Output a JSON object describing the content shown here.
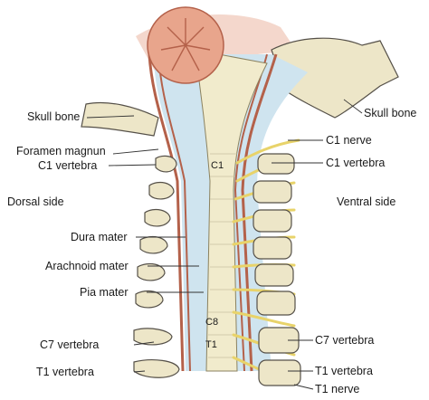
{
  "labels": {
    "skull_bone_left": "Skull bone",
    "skull_bone_right": "Skull bone",
    "foramen_magnum": "Foramen magnun",
    "c1_vertebra_left": "C1 vertebra",
    "c1_nerve": "C1 nerve",
    "c1_vertebra_right": "C1 vertebra",
    "dorsal_side": "Dorsal side",
    "ventral_side": "Ventral side",
    "dura_mater": "Dura mater",
    "arachnoid_mater": "Arachnoid mater",
    "pia_mater": "Pia mater",
    "c7_vertebra_left": "C7 vertebra",
    "c7_vertebra_right": "C7 vertebra",
    "t1_vertebra_left": "T1 vertebra",
    "t1_vertebra_right": "T1 vertebra",
    "t1_nerve": "T1 nerve"
  },
  "segment_labels": {
    "c1": "C1",
    "c8": "C8",
    "t1": "T1"
  },
  "colors": {
    "brain": "#e8a58c",
    "brain_outline": "#b4614a",
    "bone": "#ede6c8",
    "bone_outline": "#555048",
    "dura": "#b4614a",
    "csf_space": "#cfe4ef",
    "cord": "#f1ebcc",
    "nerve": "#e8d36a"
  }
}
